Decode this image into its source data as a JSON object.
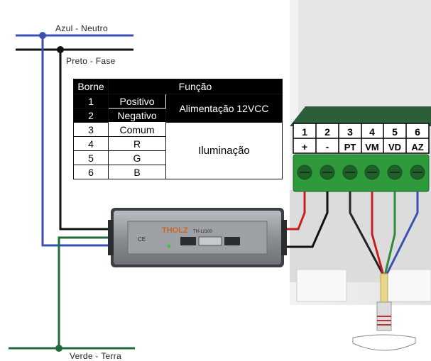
{
  "labels": {
    "neutro": "Azul - Neutro",
    "fase": "Preto - Fase",
    "terra": "Verde - Terra"
  },
  "table": {
    "headers": [
      "Borne",
      "Função"
    ],
    "rows": [
      {
        "borne": "1",
        "funcao": "Positivo"
      },
      {
        "borne": "2",
        "funcao": "Negativo"
      },
      {
        "borne": "3",
        "funcao": "Comum"
      },
      {
        "borne": "4",
        "funcao": "R"
      },
      {
        "borne": "5",
        "funcao": "G"
      },
      {
        "borne": "6",
        "funcao": "B"
      }
    ],
    "group_power": "Alimentação 12VCC",
    "group_light": "Iluminação"
  },
  "terminals": [
    {
      "num": "1",
      "sym": "+"
    },
    {
      "num": "2",
      "sym": "-"
    },
    {
      "num": "3",
      "sym": "PT"
    },
    {
      "num": "4",
      "sym": "VM"
    },
    {
      "num": "5",
      "sym": "VD"
    },
    {
      "num": "6",
      "sym": "AZ"
    }
  ],
  "psu": {
    "brand": "THOLZ",
    "model": "TH-12100",
    "ce_mark": "CE"
  },
  "colors": {
    "neutro": "#3a4fb0",
    "fase": "#111111",
    "terra": "#1f6b3a",
    "positive": "#c81e1e",
    "terminal_block": "#2f9a3c",
    "pt_wire": "#222222",
    "vm_wire": "#c81e1e",
    "vd_wire": "#2f8a3c",
    "az_wire": "#3a4fb0"
  }
}
